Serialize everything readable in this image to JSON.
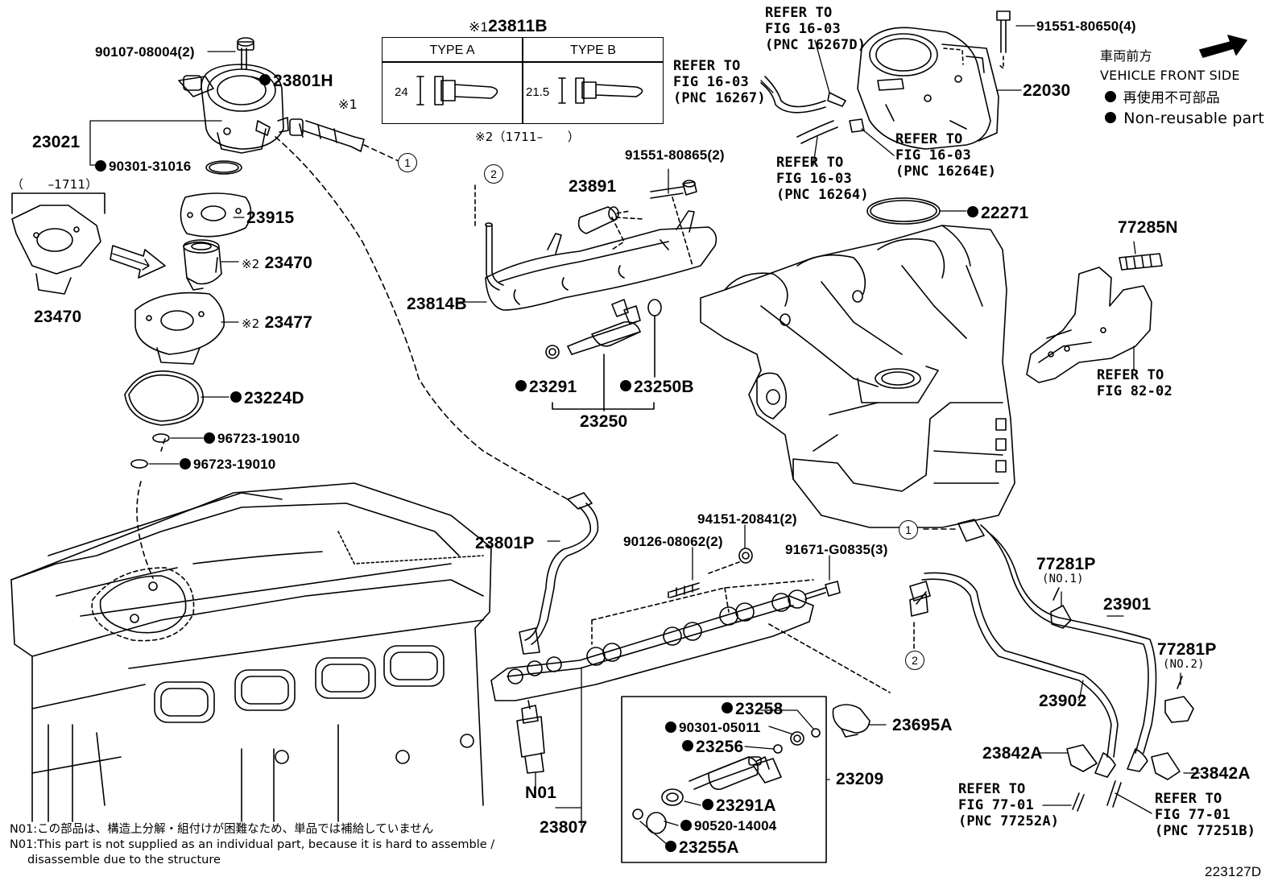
{
  "title": "23811B",
  "title_mark": "※1",
  "type_table": {
    "col_a": "TYPE A",
    "col_b": "TYPE B",
    "dim_a": "24",
    "dim_b": "21.5"
  },
  "range_note_2": "※2（1711–　　）",
  "range_note_left": "（　　–1711）",
  "vehicle_front": {
    "jp": "車両前方",
    "en": "VEHICLE FRONT SIDE"
  },
  "legend": {
    "jp": "再使用不可部品",
    "en": "Non-reusable part"
  },
  "labels": {
    "p90107": "90107-08004(2)",
    "p23801H": "23801H",
    "p23021": "23021",
    "p90301_31016": "90301-31016",
    "pX1": "※1",
    "p23915": "23915",
    "p23470a": "23470",
    "p23470b": "23470",
    "p23477": "23477",
    "x2a": "※2",
    "x2b": "※2",
    "p23224D": "23224D",
    "p96723a": "96723-19010",
    "p96723b": "96723-19010",
    "p91551_80865": "91551-80865(2)",
    "p23891": "23891",
    "p23814B": "23814B",
    "p23291": "23291",
    "p23250B": "23250B",
    "p23250": "23250",
    "p91551_80650": "91551-80650(4)",
    "p22030": "22030",
    "p22271": "22271",
    "p77285N": "77285N",
    "p23801P": "23801P",
    "p94151": "94151-20841(2)",
    "p90126": "90126-08062(2)",
    "p91671": "91671-G0835(3)",
    "p77281P_1": "77281P",
    "no1": "(NO.1)",
    "p23901": "23901",
    "p77281P_2": "77281P",
    "no2": "(NO.2)",
    "p23902": "23902",
    "p23842A_l": "23842A",
    "p23842A_r": "23842A",
    "p23695A": "23695A",
    "p23258": "23258",
    "p90301_05011": "90301-05011",
    "p23256": "23256",
    "p23209": "23209",
    "p23291A": "23291A",
    "p90520": "90520-14004",
    "p23255A": "23255A",
    "pN01": "N01",
    "p23807": "23807",
    "fig_id": "223127D"
  },
  "refs": {
    "r1": {
      "l1": "REFER TO",
      "l2": "FIG 16-03",
      "pnc": "(PNC 16267D)"
    },
    "r2": {
      "l1": "REFER TO",
      "l2": "FIG 16-03",
      "pnc": "(PNC 16267)"
    },
    "r3": {
      "l1": "REFER TO",
      "l2": "FIG 16-03",
      "pnc": "(PNC 16264E)"
    },
    "r4": {
      "l1": "REFER TO",
      "l2": "FIG 16-03",
      "pnc": "(PNC 16264)"
    },
    "r5": {
      "l1": "REFER TO",
      "l2": "FIG 82-02"
    },
    "r6": {
      "l1": "REFER TO",
      "l2": "FIG 77-01",
      "pnc": "(PNC 77252A)"
    },
    "r7": {
      "l1": "REFER TO",
      "l2": "FIG 77-01",
      "pnc": "(PNC 77251B)"
    }
  },
  "circle_refs": {
    "c1a": "1",
    "c1b": "1",
    "c2a": "2",
    "c2b": "2"
  },
  "notes": {
    "n1": "N01:この部品は、構造上分解・組付けが困難なため、単品では補給していません",
    "n2": "N01:This part is not supplied as an individual part, because it is hard to assemble /",
    "n3": "disassemble due to the structure"
  }
}
